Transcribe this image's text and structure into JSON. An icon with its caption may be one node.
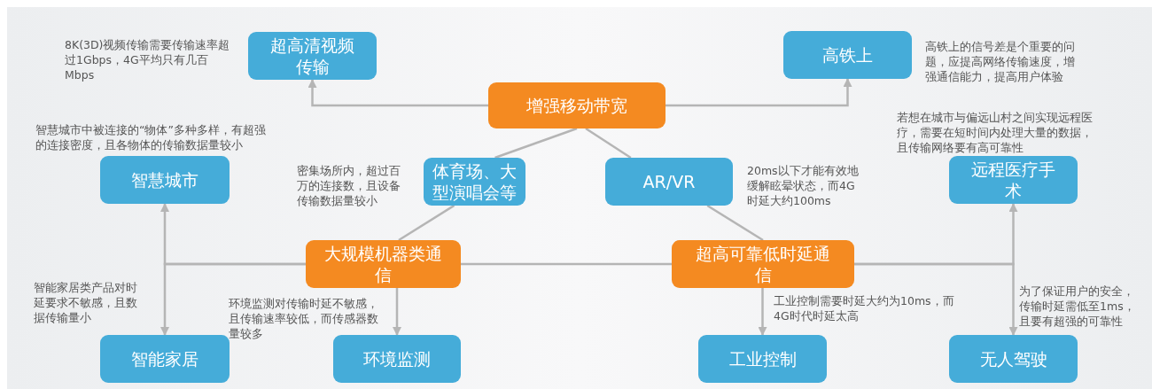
{
  "diagram": {
    "nodes": [
      {
        "text": [
          "增强移动带宽"
        ]
      },
      {
        "text": [
          "超高清视频传输"
        ],
        "beside": [
          "8K(3D)视频传输需要传输速率超过1Gbps，4G平均只有几百Mbps"
        ]
      },
      {
        "text": [
          "高铁上"
        ],
        "beside": [
          "高铁上的信号差是个重要的问题，应提高网络传输速度，增强通信能力，提高用户体验"
        ]
      },
      {
        "text": [
          "体育场、大型演唱会等"
        ],
        "beside": [
          "密集场所内，超过百万的连接数，且设备传输数据量较小"
        ]
      },
      {
        "text": [
          "AR/VR"
        ],
        "beside": [
          "20ms以下才能有效地缓解眩晕状态，而4G时延大约100ms"
        ]
      },
      {
        "text": [
          "大规模机器类通信"
        ]
      },
      {
        "text": [
          "超高可靠低时延通信"
        ]
      },
      {
        "text": [
          "智慧城市"
        ],
        "beside": [
          "智慧城市中被连接的“物体”多种多样，有超强的连接密度，且各物体的传输数据量较小"
        ]
      },
      {
        "text": [
          "智能家居"
        ],
        "beside": [
          "智能家居类产品对时延要求不敏感，且数据传输量小"
        ]
      },
      {
        "text": [
          "环境监测"
        ],
        "beside": [
          "环境监测对传输时延不敏感，且传输速率较低，而传感器数量较多"
        ]
      },
      {
        "text": [
          "远程医疗手术"
        ],
        "beside": [
          "若想在城市与偏远山村之间实现远程医疗，需要在短时间内处理大量的数据，且传输网络要有高可靠性"
        ]
      },
      {
        "text": [
          "工业控制"
        ]
      },
      {
        "text": [
          "无人驾驶"
        ],
        "beside": [
          "为了保证用户的安全，传输时延需低至1ms，且要有超强的可靠性"
        ]
      }
    ],
    "edges": [
      {
        "from": 0,
        "to": 1,
        "arrow": "to"
      },
      {
        "from": 0,
        "to": 2,
        "arrow": "to"
      },
      {
        "from": 0,
        "to": 3,
        "arrow": "none"
      },
      {
        "from": 0,
        "to": 4,
        "arrow": "none"
      },
      {
        "from": 3,
        "to": 5,
        "arrow": "none"
      },
      {
        "from": 4,
        "to": 6,
        "arrow": "none"
      },
      {
        "from": 5,
        "to": 7,
        "arrow": "to"
      },
      {
        "from": 5,
        "to": 8,
        "arrow": "to"
      },
      {
        "from": 5,
        "to": 9,
        "arrow": "to"
      },
      {
        "from": 5,
        "to": 6,
        "arrow": "none"
      },
      {
        "from": 6,
        "to": 11,
        "arrow": "to",
        "label": "工业控制需要时延大约为10ms，而4G时代时延太高"
      },
      {
        "from": 6,
        "to": 10,
        "arrow": "to"
      },
      {
        "from": 6,
        "to": 12,
        "arrow": "to"
      }
    ]
  }
}
